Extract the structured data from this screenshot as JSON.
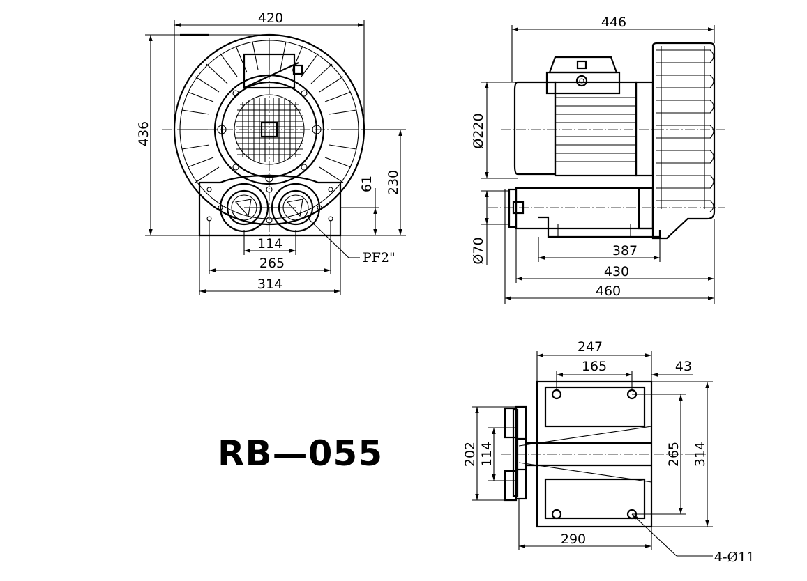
{
  "model": "RB—055",
  "front_view": {
    "dims": {
      "overall_width": "420",
      "overall_height": "436",
      "center_height": "230",
      "outlet_height": "61",
      "port_spacing": "114",
      "mount_spacing": "265",
      "base_width": "314"
    },
    "port_label": "PF2\""
  },
  "side_view": {
    "dims": {
      "overall_length_top": "446",
      "motor_diameter": "Ø220",
      "port_diameter": "Ø70",
      "base_length": "387",
      "base_mount_length": "430",
      "overall_length": "460"
    }
  },
  "base_view": {
    "dims": {
      "hole_span_outer": "247",
      "hole_spacing": "165",
      "edge_offset": "43",
      "flange_height": "202",
      "port_spacing": "114",
      "mount_spacing": "265",
      "base_width": "314",
      "base_length": "290"
    },
    "hole_label": "4-Ø11"
  }
}
